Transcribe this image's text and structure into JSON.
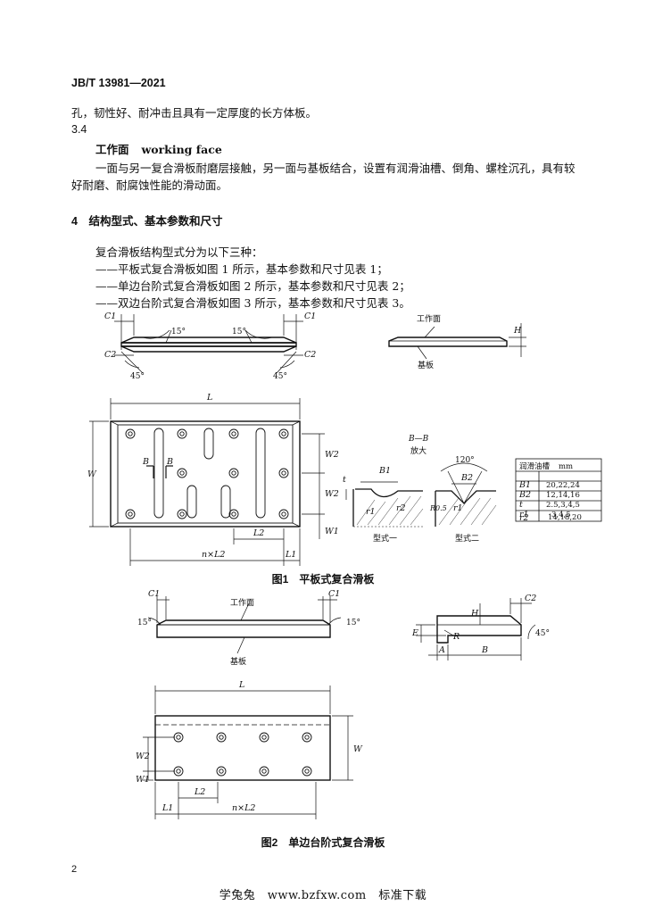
{
  "header": {
    "standard_no": "JB/T 13981—2021"
  },
  "body": {
    "line1": "孔，韧性好、耐冲击且具有一定厚度的长方体板。",
    "section_num": "3.4",
    "term_cn": "工作面",
    "term_en": "working face",
    "def_line1": "一面与另一复合滑板耐磨层接触，另一面与基板结合，设置有润滑油槽、倒角、螺栓沉孔，具有较",
    "def_line2": "好耐磨、耐腐蚀性能的滑动面。",
    "section4": "4　结构型式、基本参数和尺寸",
    "intro": "复合滑板结构型式分为以下三种：",
    "items": [
      "——平板式复合滑板如图 1 所示，基本参数和尺寸见表 1；",
      "——单边台阶式复合滑板如图 2 所示，基本参数和尺寸见表 2；",
      "——双边台阶式复合滑板如图 3 所示，基本参数和尺寸见表 3。"
    ]
  },
  "fig1": {
    "caption": "图1　平板式复合滑板",
    "labels": {
      "C1": "C1",
      "C2": "C2",
      "deg15": "15°",
      "deg45": "45°",
      "working_face": "工作面",
      "base_plate": "基板",
      "H": "H",
      "L": "L",
      "W": "W",
      "W1": "W1",
      "W2": "W2",
      "L1": "L1",
      "L2": "L2",
      "nL2": "n×L2",
      "B": "B",
      "section": "B—B",
      "enlarged": "放大",
      "deg120": "120°",
      "B1": "B1",
      "B2": "B2",
      "t": "t",
      "r1": "r1",
      "r2": "r2",
      "R05": "R0.5",
      "type1": "型式一",
      "type2": "型式二"
    },
    "table": {
      "header_left": "润滑油槽",
      "header_right": "mm",
      "rows": [
        {
          "sym": "B1",
          "val": "20,22,24"
        },
        {
          "sym": "B2",
          "val": "12,14,16"
        },
        {
          "sym": "t",
          "val": "2.5,3,4,5"
        },
        {
          "sym": "r1",
          "val": "3,4,5"
        },
        {
          "sym": "r2",
          "val": "14,18,20"
        }
      ]
    }
  },
  "fig2": {
    "caption": "图2　单边台阶式复合滑板",
    "labels": {
      "C1": "C1",
      "C2": "C2",
      "deg15": "15°",
      "deg45": "45°",
      "working_face": "工作面",
      "base_plate": "基板",
      "H": "H",
      "E": "E",
      "R": "R",
      "A": "A",
      "B": "B",
      "L": "L",
      "W": "W",
      "W1": "W1",
      "W2": "W2",
      "L1": "L1",
      "L2": "L2",
      "nL2": "n×L2"
    }
  },
  "page_number": "2",
  "footer": "学兔兔　www.bzfxw.com　标准下载"
}
